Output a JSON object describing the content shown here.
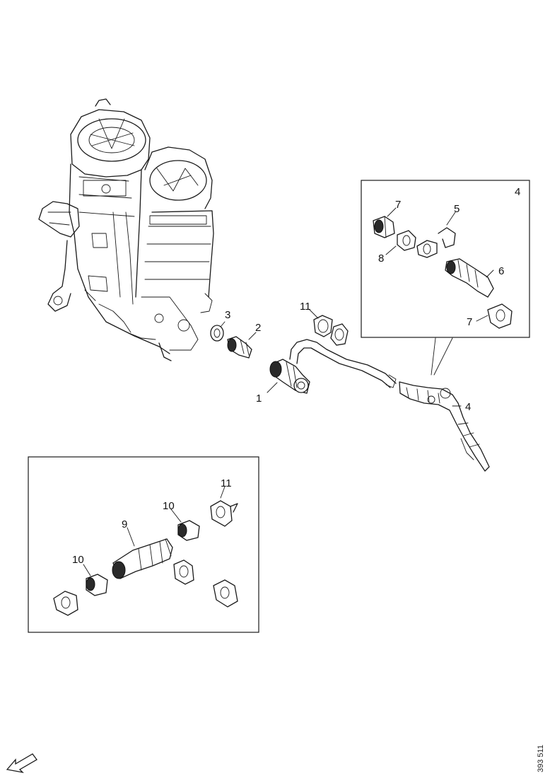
{
  "callouts": {
    "main_1": "1",
    "main_2": "2",
    "main_3": "3",
    "main_4": "4",
    "main_11": "11",
    "detail_a_corner": "4",
    "detail_a_7_top": "7",
    "detail_a_5": "5",
    "detail_a_8": "8",
    "detail_a_6": "6",
    "detail_a_7_bottom": "7",
    "detail_b_11": "11",
    "detail_b_10_right": "10",
    "detail_b_9": "9",
    "detail_b_10_left": "10"
  },
  "document_id": "393 511",
  "icons": {
    "engine": "engine-block-icon",
    "direction": "direction-arrow-icon"
  }
}
